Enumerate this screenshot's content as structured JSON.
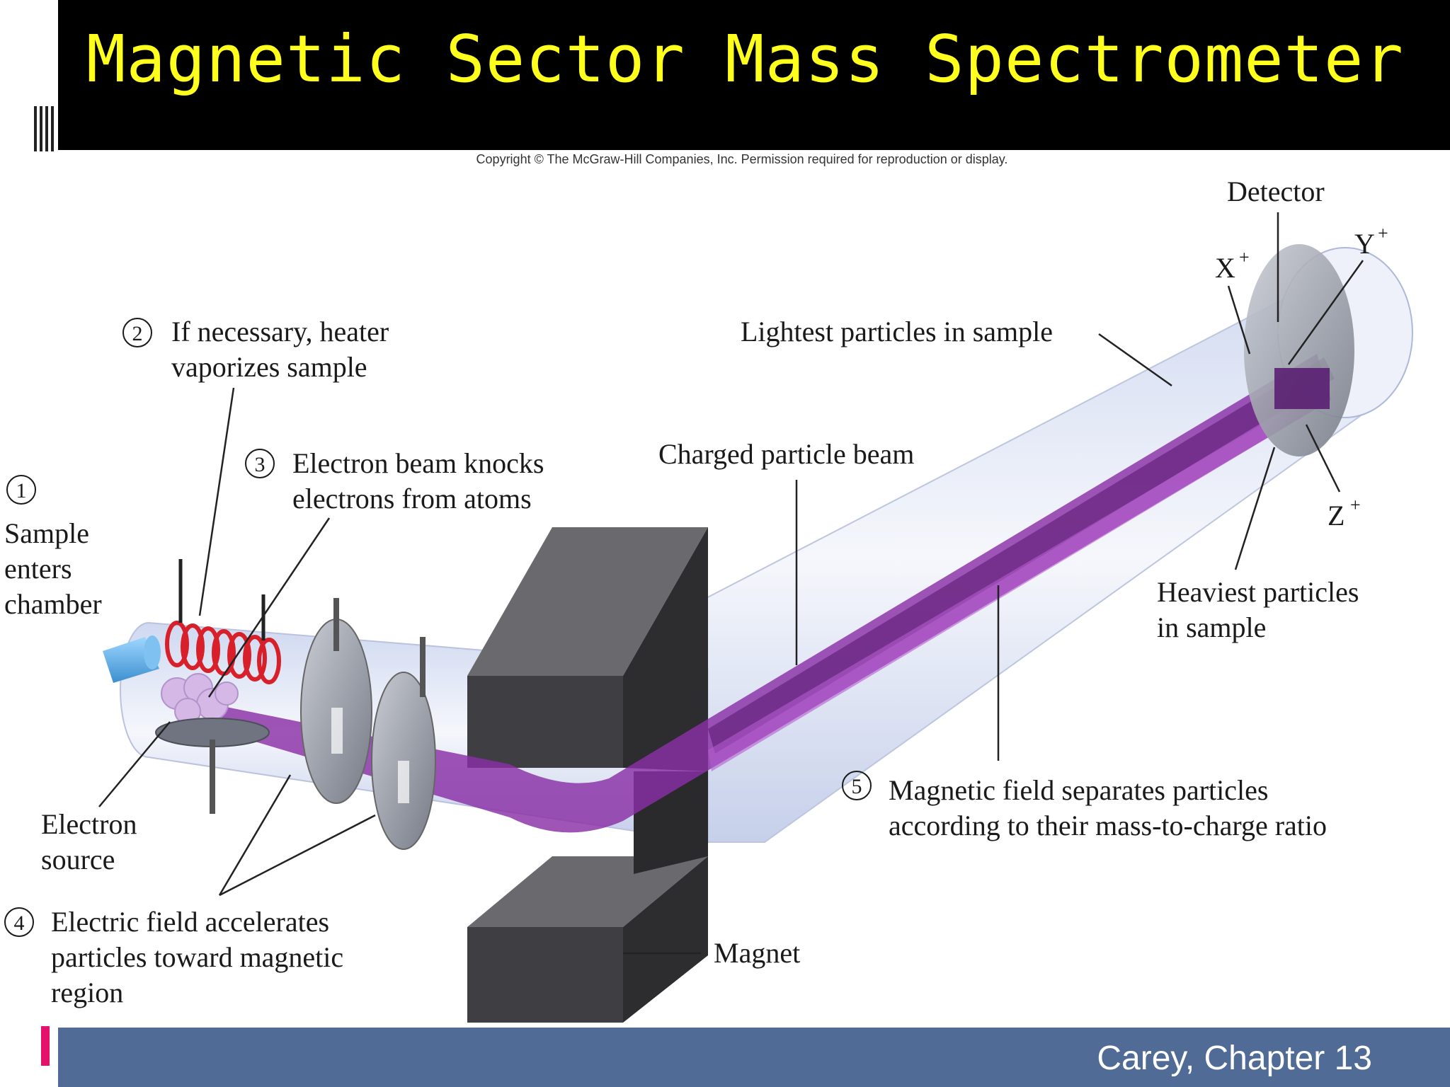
{
  "slide": {
    "title": "Magnetic Sector Mass Spectrometer",
    "footer": "Carey, Chapter 13"
  },
  "colors": {
    "title_bar": "#000000",
    "title_text": "#ffff1e",
    "footer_bar": "#4f6b96",
    "footer_text": "#ffffff",
    "accent_mark": "#e4126b",
    "beam": "#8a2fa6",
    "magnet": "#3a3a3c",
    "tube": "#d7dff2",
    "heater_coil": "#d8202a"
  },
  "diagram": {
    "copyright": "Copyright © The McGraw-Hill Companies, Inc. Permission required for reproduction or display.",
    "steps": {
      "s1": {
        "num": "1",
        "lines": [
          "Sample",
          "enters",
          "chamber"
        ]
      },
      "s2": {
        "num": "2",
        "lines": [
          "If necessary, heater",
          "vaporizes sample"
        ]
      },
      "s3": {
        "num": "3",
        "lines": [
          "Electron beam knocks",
          "electrons from atoms"
        ]
      },
      "s4": {
        "num": "4",
        "lines": [
          "Electric field accelerates",
          "particles toward magnetic",
          "region"
        ]
      },
      "s5": {
        "num": "5",
        "lines": [
          "Magnetic field separates particles",
          "according to their mass-to-charge ratio"
        ]
      }
    },
    "labels": {
      "electron_source": [
        "Electron",
        "source"
      ],
      "charged_beam": "Charged particle beam",
      "lightest": "Lightest particles in sample",
      "heaviest": [
        "Heaviest particles",
        "in sample"
      ],
      "detector": "Detector",
      "magnet": "Magnet"
    },
    "ions": {
      "x": {
        "letter": "X",
        "charge": "+"
      },
      "y": {
        "letter": "Y",
        "charge": "+"
      },
      "z": {
        "letter": "Z",
        "charge": "+"
      }
    }
  }
}
